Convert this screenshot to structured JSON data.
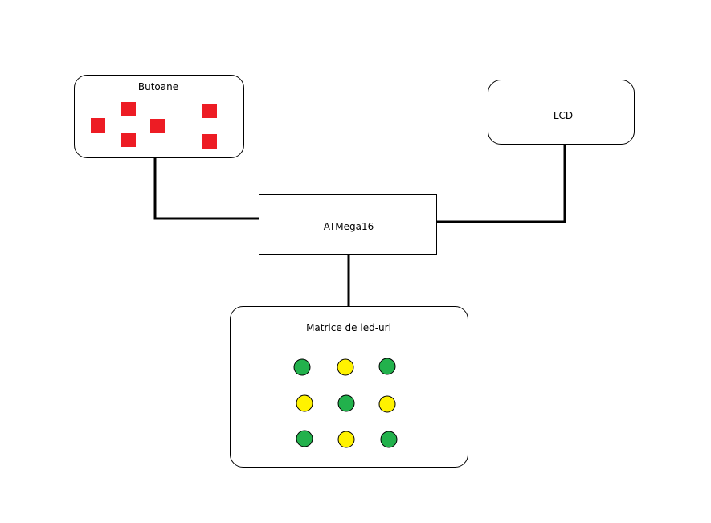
{
  "diagram": {
    "nodes": {
      "buttons": {
        "label": "Butoane"
      },
      "lcd": {
        "label": "LCD"
      },
      "mcu": {
        "label": "ATMega16"
      },
      "led_matrix": {
        "label": "Matrice de led-uri"
      }
    },
    "edges": [
      {
        "from": "buttons",
        "to": "mcu"
      },
      {
        "from": "lcd",
        "to": "mcu"
      },
      {
        "from": "mcu",
        "to": "led_matrix"
      }
    ],
    "button_count": 6,
    "led_grid": [
      [
        "green",
        "yellow",
        "green"
      ],
      [
        "yellow",
        "green",
        "yellow"
      ],
      [
        "green",
        "yellow",
        "green"
      ]
    ],
    "colors": {
      "button": "#ed1c24",
      "led_green": "#22b14c",
      "led_yellow": "#fff200",
      "stroke": "#000000",
      "background": "#ffffff"
    }
  }
}
